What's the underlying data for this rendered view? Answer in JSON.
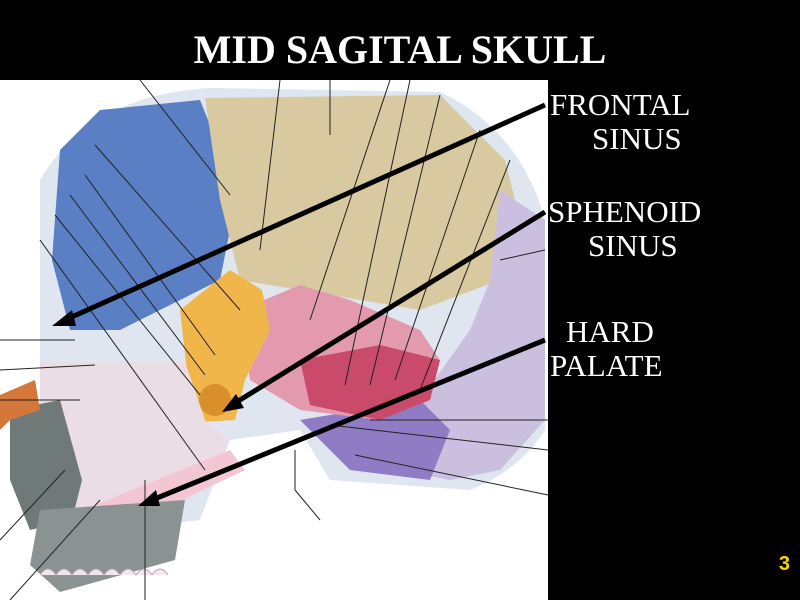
{
  "title": "MID SAGITAL SKULL",
  "labels": {
    "frontal_sinus": [
      "FRONTAL",
      "SINUS"
    ],
    "sphenoid_sinus": [
      "SPHENOID",
      "SINUS"
    ],
    "hard_palate": [
      "HARD",
      "PALATE"
    ]
  },
  "page_number": "3",
  "colors": {
    "background": "#000000",
    "title": "#ffffff",
    "page_number": "#ffd400"
  }
}
